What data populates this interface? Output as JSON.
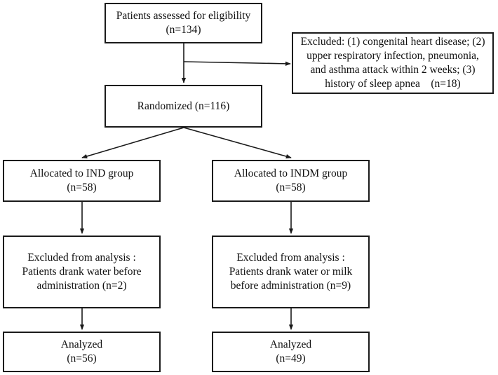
{
  "boxes": {
    "assessed": {
      "lines": [
        "Patients assessed for eligibility",
        "(n=134)"
      ]
    },
    "excluded_top": {
      "lines": [
        "Excluded: (1) congenital heart disease; (2)",
        "upper respiratory infection, pneumonia,",
        "and asthma attack within 2 weeks; (3)",
        "history of sleep apnea　(n=18)"
      ]
    },
    "randomized": {
      "lines": [
        "Randomized (n=116)"
      ]
    },
    "allocated_ind": {
      "lines": [
        "Allocated to IND group",
        "(n=58)"
      ]
    },
    "allocated_indm": {
      "lines": [
        "Allocated to INDM group",
        "(n=58)"
      ]
    },
    "excluded_ind": {
      "lines": [
        "Excluded from analysis :",
        "Patients drank water before",
        "administration (n=2)"
      ]
    },
    "excluded_indm": {
      "lines": [
        "Excluded from analysis :",
        "Patients drank water or milk",
        "before administration (n=9)"
      ]
    },
    "analyzed_ind": {
      "lines": [
        "Analyzed",
        "(n=56)"
      ]
    },
    "analyzed_indm": {
      "lines": [
        "Analyzed",
        "(n=49)"
      ]
    }
  },
  "colors": {
    "line": "#1a1a1a",
    "text": "#111111",
    "background": "#ffffff"
  }
}
